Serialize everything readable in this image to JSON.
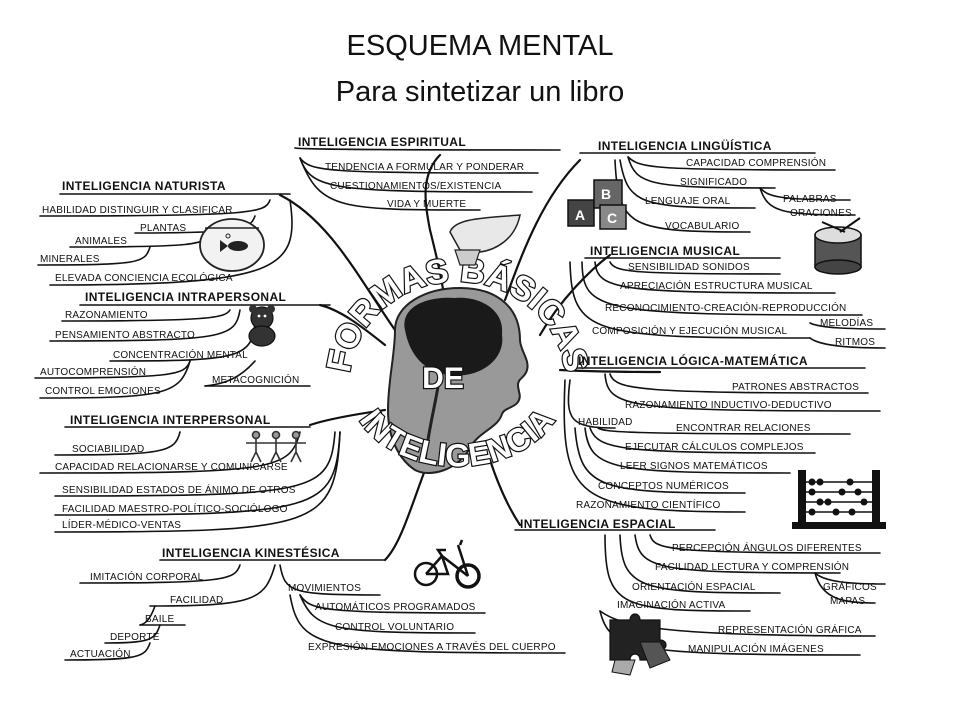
{
  "header": {
    "title": "ESQUEMA MENTAL",
    "subtitle": "Para sintetizar un libro"
  },
  "center": {
    "line1": "FORMAS BÁSICAS",
    "line2": "DE",
    "line3": "INTELIGENCIA"
  },
  "espiritual": {
    "title": "INTELIGENCIA ESPIRITUAL",
    "items": [
      "TENDENCIA A FORMULAR Y PONDERAR",
      "CUESTIONAMIENTOS/EXISTENCIA",
      "VIDA Y MUERTE"
    ]
  },
  "linguistica": {
    "title": "INTELIGENCIA LINGÜÍSTICA",
    "items": [
      "CAPACIDAD COMPRENSIÓN",
      "SIGNIFICADO",
      "LENGUAJE ORAL",
      "VOCABULARIO"
    ],
    "sub": [
      "PALABRAS",
      "ORACIONES"
    ]
  },
  "naturista": {
    "title": "INTELIGENCIA NATURISTA",
    "items": [
      "HABILIDAD DISTINGUIR Y CLASIFICAR",
      "PLANTAS",
      "ANIMALES",
      "MINERALES",
      "ELEVADA CONCIENCIA ECOLÓGICA"
    ]
  },
  "musical": {
    "title": "INTELIGENCIA MUSICAL",
    "items": [
      "SENSIBILIDAD SONIDOS",
      "APRECIACIÓN ESTRUCTURA MUSICAL",
      "RECONOCIMIENTO-CREACIÓN-REPRODUCCIÓN",
      "COMPOSICIÓN Y EJECUCIÓN MUSICAL"
    ],
    "sub": [
      "MELODÍAS",
      "RITMOS"
    ]
  },
  "intrapersonal": {
    "title": "INTELIGENCIA INTRAPERSONAL",
    "items": [
      "RAZONAMIENTO",
      "PENSAMIENTO ABSTRACTO",
      "CONCENTRACIÓN MENTAL",
      "AUTOCOMPRENSIÓN",
      "CONTROL EMOCIONES",
      "METACOGNICIÓN"
    ]
  },
  "logica": {
    "title": "INTELIGENCIA LÓGICA-MATEMÁTICA",
    "items": [
      "PATRONES ABSTRACTOS",
      "RAZONAMIENTO INDUCTIVO-DEDUCTIVO",
      "HABILIDAD",
      "ENCONTRAR RELACIONES",
      "EJECUTAR CÁLCULOS COMPLEJOS",
      "LEER SIGNOS MATEMÁTICOS",
      "CONCEPTOS NUMÉRICOS",
      "RAZONAMIENTO CIENTÍFICO"
    ]
  },
  "interpersonal": {
    "title": "INTELIGENCIA INTERPERSONAL",
    "items": [
      "SOCIABILIDAD",
      "CAPACIDAD RELACIONARSE Y COMUNICARSE",
      "SENSIBILIDAD ESTADOS DE ÁNIMO DE OTROS",
      "FACILIDAD MAESTRO-POLÍTICO-SOCIÓLOGO",
      "LÍDER-MÉDICO-VENTAS"
    ]
  },
  "espacial": {
    "title": "INTELIGENCIA ESPACIAL",
    "items": [
      "PERCEPCIÓN ÁNGULOS DIFERENTES",
      "FACILIDAD LECTURA Y COMPRENSIÓN",
      "ORIENTACIÓN ESPACIAL",
      "IMAGINACIÓN ACTIVA",
      "REPRESENTACIÓN GRÁFICA",
      "MANIPULACIÓN IMÁGENES"
    ],
    "sub": [
      "GRÁFICOS",
      "MAPAS"
    ]
  },
  "kinestesica": {
    "title": "INTELIGENCIA KINESTÉSICA",
    "items": [
      "IMITACIÓN CORPORAL",
      "FACILIDAD",
      "BAILE",
      "DEPORTE",
      "ACTUACIÓN",
      "MOVIMIENTOS",
      "AUTOMÁTICOS PROGRAMADOS",
      "CONTROL VOLUNTARIO",
      "EXPRESIÓN EMOCIONES A TRAVÉS DEL CUERPO"
    ]
  }
}
